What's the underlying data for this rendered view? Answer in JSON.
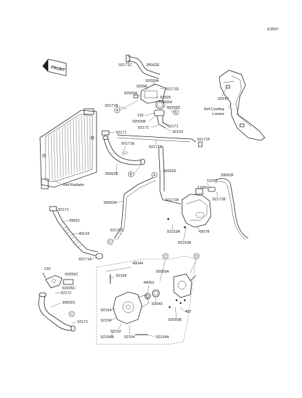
{
  "diagram_code": "E3037",
  "front_label": "FRONT",
  "colors": {
    "line": "#222222",
    "background": "#ffffff"
  },
  "callouts": [
    "A",
    "B",
    "C",
    "D"
  ],
  "refs": {
    "radiator": "Ref.Radiator",
    "cowling_line1": "Ref.Cowling",
    "cowling_line2": "Lowers"
  },
  "labels": {
    "p39062E": "39062E",
    "p92171C": "92171C",
    "p92055A_top": "92055A",
    "p92055": "92055",
    "p92171D_top": "92171D",
    "p92005A": "92005A",
    "p92005": "92005",
    "p49054": "49054",
    "p92171B_top": "92171B",
    "p92055D": "92055D",
    "p132_top": "132",
    "p92005B": "92005B",
    "p92171_a": "92171",
    "p92173": "92173",
    "p92153": "92153",
    "p92171_b": "92171",
    "p92171E": "92171E",
    "p92171B_mid": "92171B",
    "p92171F": "92171F",
    "p39062D": "39062D",
    "p39062B": "39062B",
    "p92037": "92037",
    "p39062F": "39062F",
    "p11012": "11012",
    "p11060": "11060",
    "p92171B_r": "92171B",
    "p92171B_tank": "92171B",
    "p39062A": "39062A",
    "p92171_rad": "92171",
    "p92153A_1": "92153A",
    "p43078": "43078",
    "p92153A_2": "92153A",
    "p39062": "39062",
    "p92171D_mid": "92171D",
    "p49124": "49124",
    "p92171A": "92171A",
    "p49044": "49044",
    "p132_bl": "132",
    "p92055C": "92055C",
    "p92005C": "92005C",
    "p92171_bl": "92171",
    "p92154_a": "92154",
    "p92055A_pump": "92055A",
    "p49063": "49063",
    "p39002C": "39002C",
    "p92049": "92049",
    "p92154_b": "92154",
    "p482": "482",
    "p92171_c": "92171",
    "p92055B": "92055B",
    "p92154_c": "92154",
    "p92154B": "92154B",
    "p92150": "92150",
    "p92154_d": "92154",
    "p92154A": "92154A"
  }
}
